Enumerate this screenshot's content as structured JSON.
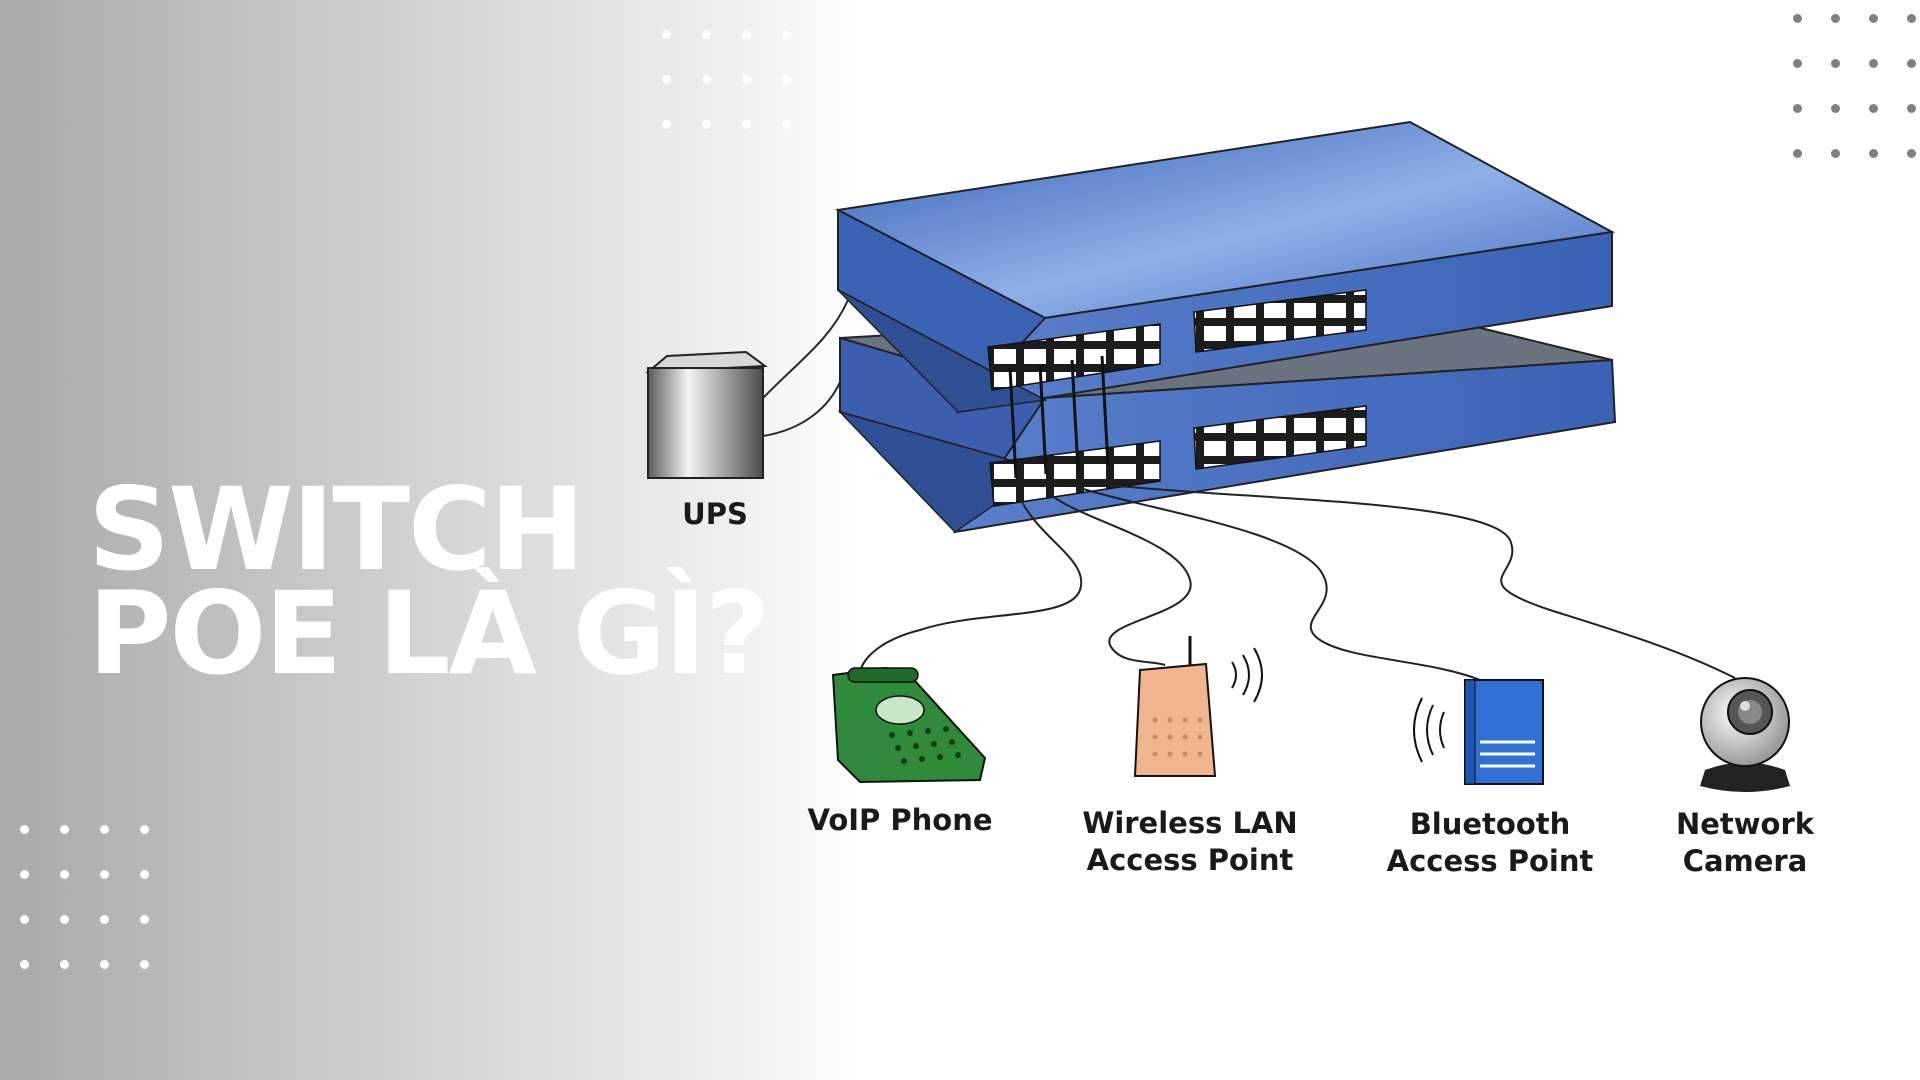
{
  "title": {
    "line1": "SWITCH",
    "line2": "POE LÀ GÌ?"
  },
  "diagram": {
    "ups_label": "UPS",
    "devices": [
      {
        "label": "VoIP Phone"
      },
      {
        "label": "Wireless LAN\nAccess Point"
      },
      {
        "label": "Bluetooth\nAccess Point"
      },
      {
        "label": "Network\nCamera"
      }
    ]
  },
  "colors": {
    "switch_blue": "#4a74c4",
    "switch_dark": "#2d4f95",
    "phone_green": "#2f8a3a",
    "ap_orange": "#f0b48f",
    "bt_blue": "#2f6fd6",
    "title_white": "#ffffff"
  }
}
